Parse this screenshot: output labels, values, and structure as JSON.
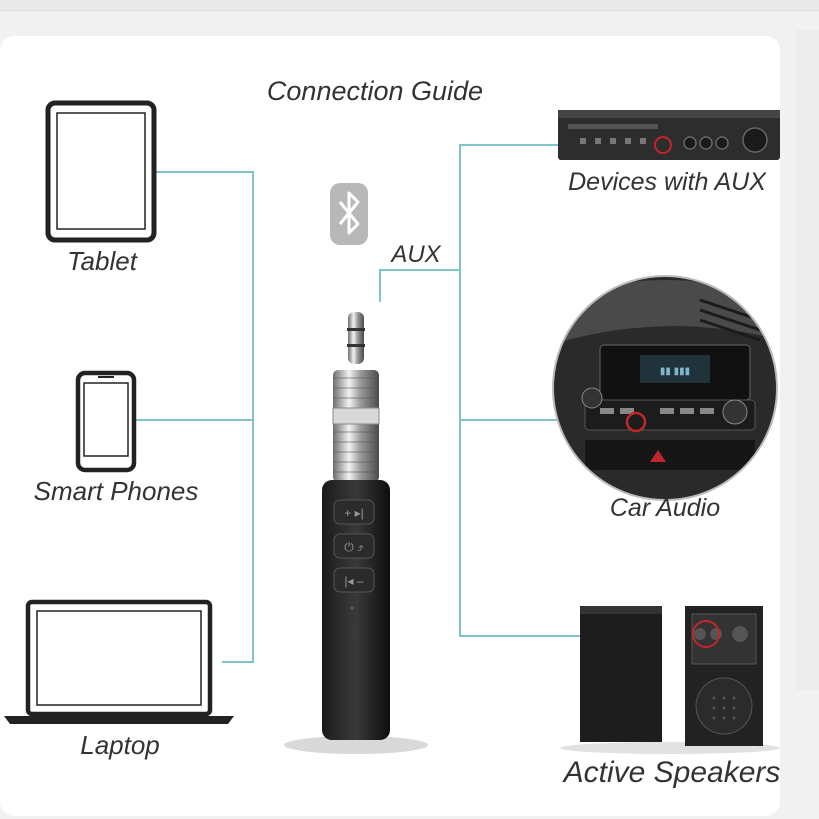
{
  "guide": {
    "title": "Connection Guide",
    "aux_label": "AUX",
    "devices": {
      "tablet": "Tablet",
      "smart_phones": "Smart Phones",
      "laptop": "Laptop",
      "devices_with_aux": "Devices with AUX",
      "car_audio": "Car Audio",
      "active_speakers": "Active Speakers"
    }
  },
  "colors": {
    "connector_line": "#7fc4cc",
    "outline": "#2a2a2a",
    "accent_red": "#c0272d",
    "bt_badge": "#b8b8b8"
  },
  "icons": [
    "bluetooth-icon",
    "tablet-icon",
    "smartphone-icon",
    "laptop-icon",
    "amplifier-icon",
    "car-dashboard-icon",
    "speakers-icon"
  ]
}
